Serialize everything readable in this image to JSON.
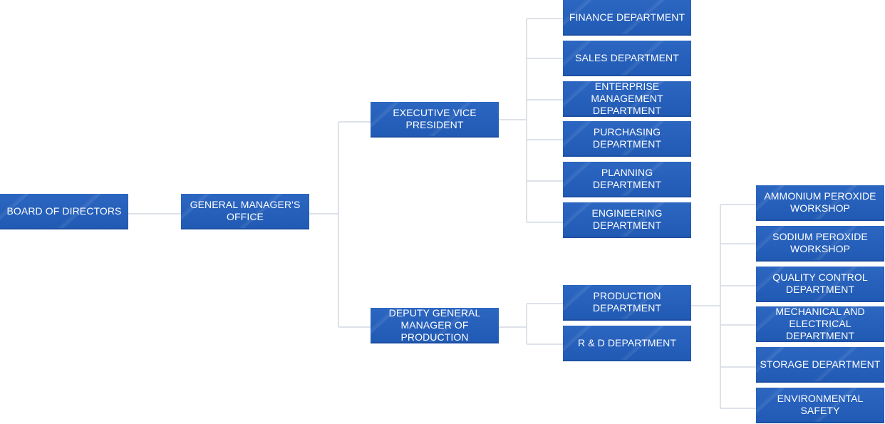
{
  "org_chart": {
    "board": {
      "label": "BOARD OF DIRECTORS"
    },
    "gm_office": {
      "label": "GENERAL MANAGER'S\nOFFICE"
    },
    "evp": {
      "label": "EXECUTIVE VICE\nPRESIDENT"
    },
    "dgm_production": {
      "label": "DEPUTY GENERAL\nMANAGER OF PRODUCTION"
    },
    "evp_departments": [
      {
        "label": "FINANCE DEPARTMENT"
      },
      {
        "label": "SALES DEPARTMENT"
      },
      {
        "label": "ENTERPRISE MANAGEMENT\nDEPARTMENT"
      },
      {
        "label": "PURCHASING\nDEPARTMENT"
      },
      {
        "label": "PLANNING\nDEPARTMENT"
      },
      {
        "label": "ENGINEERING\nDEPARTMENT"
      }
    ],
    "dgm_departments": [
      {
        "label": "PRODUCTION\nDEPARTMENT"
      },
      {
        "label": "R & D DEPARTMENT"
      }
    ],
    "production_units": [
      {
        "label": "AMMONIUM PEROXIDE\nWORKSHOP"
      },
      {
        "label": "SODIUM PEROXIDE\nWORKSHOP"
      },
      {
        "label": "QUALITY CONTROL\nDEPARTMENT"
      },
      {
        "label": "MECHANICAL AND\nELECTRICAL DEPARTMENT"
      },
      {
        "label": "STORAGE DEPARTMENT"
      },
      {
        "label": "ENVIRONMENTAL SAFETY"
      }
    ]
  }
}
